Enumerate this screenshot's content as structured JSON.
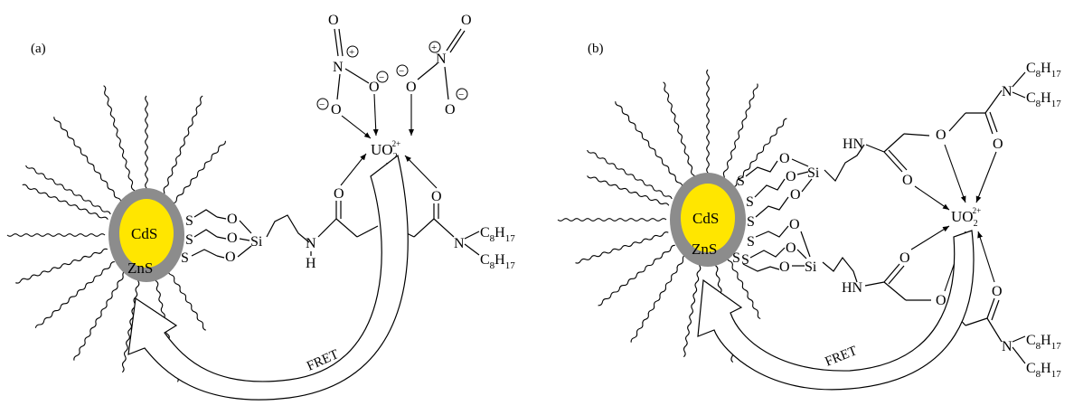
{
  "panels": [
    {
      "label": "(a)",
      "core": "CdS",
      "shell": "ZnS",
      "sulfur": "S",
      "silicon": "Si",
      "oxygen": "O",
      "nitrogen": "N",
      "hydrogen": "H",
      "uranyl": "UO",
      "uranyl_sub": "2",
      "uranyl_sup": "2+",
      "alkyl_c": "C",
      "alkyl_c_sub": "8",
      "alkyl_h": "H",
      "alkyl_h_sub": "17",
      "plus": "+",
      "minus": "−",
      "fret": "FRET"
    },
    {
      "label": "(b)",
      "core": "CdS",
      "shell": "ZnS",
      "sulfur": "S",
      "silicon": "Si",
      "oxygen": "O",
      "nitrogen": "N",
      "hn": "HN",
      "uranyl": "UO",
      "uranyl_sub": "2",
      "uranyl_sup": "2+",
      "alkyl_c": "C",
      "alkyl_c_sub": "8",
      "alkyl_h": "H",
      "alkyl_h_sub": "17",
      "fret": "FRET"
    }
  ],
  "colors": {
    "core_fill": "#FFE600",
    "shell_fill": "#8C8C8C",
    "line": "#000000"
  }
}
